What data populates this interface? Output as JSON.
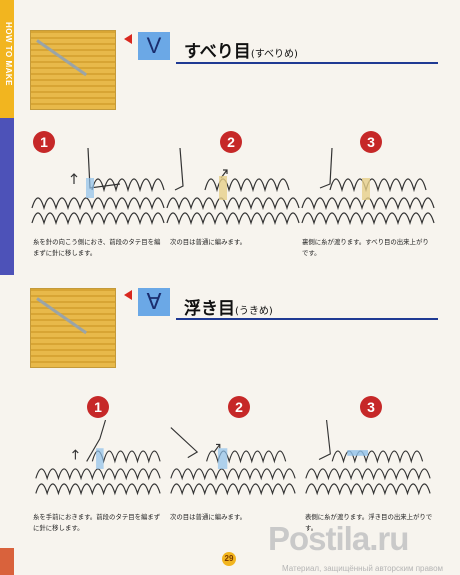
{
  "sidebar": {
    "label": "HOW TO MAKE"
  },
  "section1": {
    "symbol": "V",
    "title": "すべり目",
    "reading": "(すべりめ)",
    "steps": [
      {
        "num": "1",
        "caption": "糸を針の向こう側におき、前段のタテ目を編まずに針に移します。"
      },
      {
        "num": "2",
        "caption": "次の目は普通に編みます。"
      },
      {
        "num": "3",
        "caption": "裏側に糸が渡ります。すべり目の出来上がりです。"
      }
    ]
  },
  "section2": {
    "symbol": "∀",
    "title": "浮き目",
    "reading": "(うきめ)",
    "steps": [
      {
        "num": "1",
        "caption": "糸を手前におきます。前段のタテ目を編まずに針に移します。"
      },
      {
        "num": "2",
        "caption": "次の目は普通に編みます。"
      },
      {
        "num": "3",
        "caption": "表側に糸が渡ります。浮き目の出来上がりです。"
      }
    ]
  },
  "footer": {
    "page": "29"
  },
  "watermark": {
    "main": "Postila.ru",
    "sub": "Материал, защищённый авторским правом"
  },
  "colors": {
    "sidebar_yellow": "#f2b51f",
    "sidebar_blue": "#4d52b8",
    "accent_red": "#c62828",
    "symbol_blue": "#6ba8e6",
    "rule_blue": "#1f3a93",
    "yarn_yellow": "#e8b94a"
  }
}
